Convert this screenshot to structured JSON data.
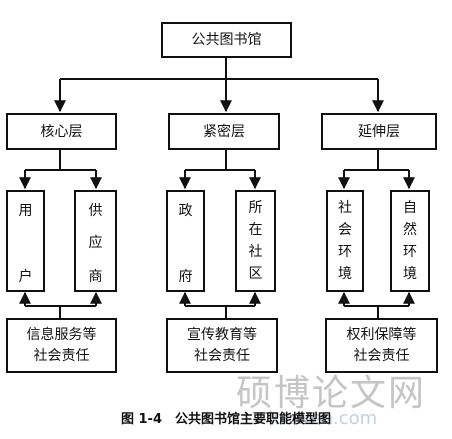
{
  "root": {
    "label": "公共图书馆"
  },
  "levels": [
    {
      "label": "核心层",
      "children": [
        {
          "text": "用户",
          "chars": [
            "用",
            "户"
          ]
        },
        {
          "text": "供应商",
          "chars": [
            "供",
            "应",
            "商"
          ]
        }
      ],
      "duty": {
        "line1": "信息服务等",
        "line2": "社会责任"
      }
    },
    {
      "label": "紧密层",
      "children": [
        {
          "text": "政府",
          "chars": [
            "政",
            "府"
          ]
        },
        {
          "text": "所在社区",
          "chars": [
            "所",
            "在",
            "社",
            "区"
          ]
        }
      ],
      "duty": {
        "line1": "宣传教育等",
        "line2": "社会责任"
      }
    },
    {
      "label": "延伸层",
      "children": [
        {
          "text": "社会环境",
          "chars": [
            "社",
            "会",
            "环",
            "境"
          ]
        },
        {
          "text": "自然环境",
          "chars": [
            "自",
            "然",
            "环",
            "境"
          ]
        }
      ],
      "duty": {
        "line1": "权利保障等",
        "line2": "社会责任"
      }
    }
  ],
  "caption": "图 1-4　公共图书馆主要职能模型图",
  "watermark": {
    "text": "硕博论文网",
    "url": "lunwen.com"
  }
}
